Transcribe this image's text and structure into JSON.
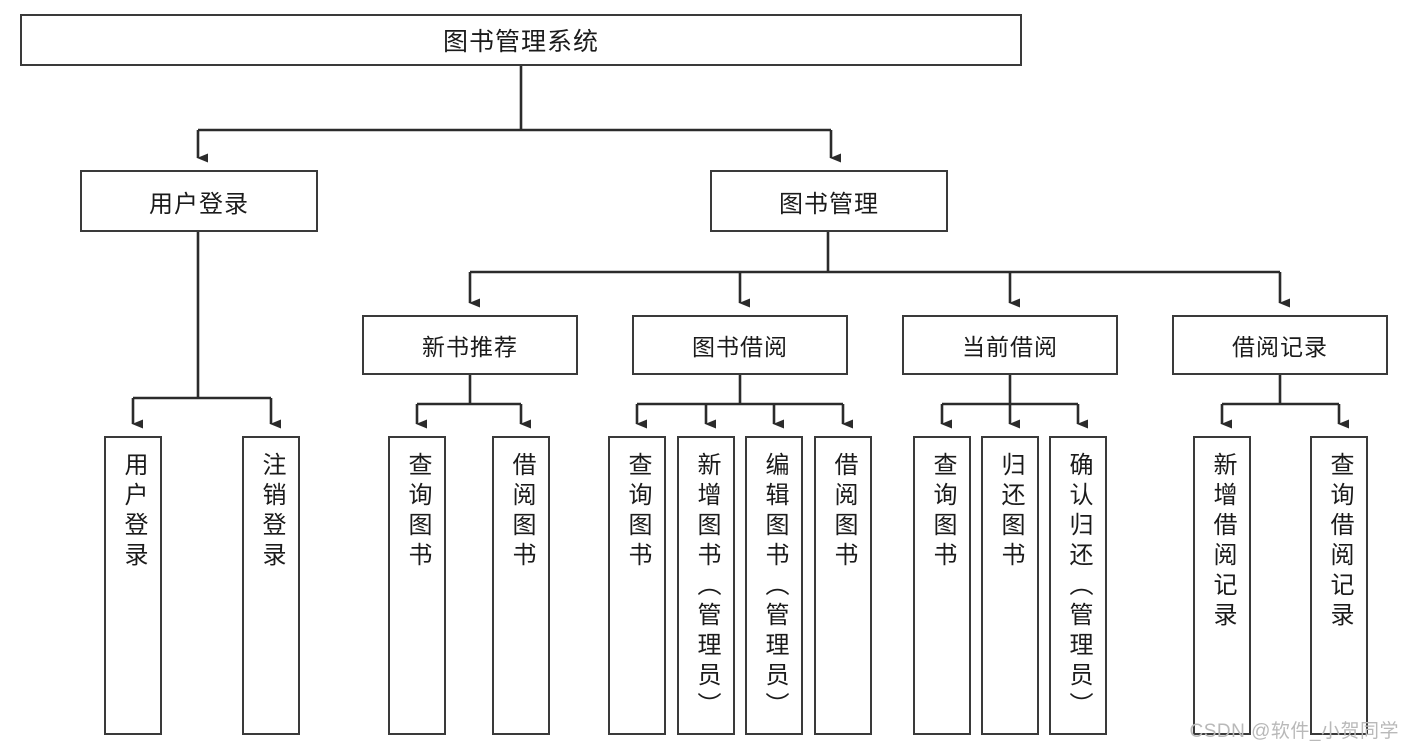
{
  "diagram": {
    "title": "图书管理系统",
    "type": "hierarchy-tree",
    "root": {
      "label": "图书管理系统"
    },
    "level2": [
      {
        "label": "用户登录"
      },
      {
        "label": "图书管理"
      }
    ],
    "level3": [
      {
        "label": "新书推荐"
      },
      {
        "label": "图书借阅"
      },
      {
        "label": "当前借阅"
      },
      {
        "label": "借阅记录"
      }
    ],
    "leaves": {
      "user_login": [
        {
          "label": "用户登录"
        },
        {
          "label": "注销登录"
        }
      ],
      "new_book_recommend": [
        {
          "label": "查询图书"
        },
        {
          "label": "借阅图书"
        }
      ],
      "book_borrow": [
        {
          "label": "查询图书"
        },
        {
          "label": "新增图书（管理员）"
        },
        {
          "label": "编辑图书（管理员）"
        },
        {
          "label": "借阅图书"
        }
      ],
      "current_borrow": [
        {
          "label": "查询图书"
        },
        {
          "label": "归还图书"
        },
        {
          "label": "确认归还（管理员）"
        }
      ],
      "borrow_record": [
        {
          "label": "新增借阅记录"
        },
        {
          "label": "查询借阅记录"
        }
      ]
    }
  },
  "watermark": {
    "text": "CSDN @软件_小贺同学"
  },
  "colors": {
    "box_border": "#3a3a3a",
    "box_fill": "#ffffff",
    "connector": "#2b2b2b",
    "text": "#1b1b1b",
    "watermark": "#b9b9b9"
  }
}
